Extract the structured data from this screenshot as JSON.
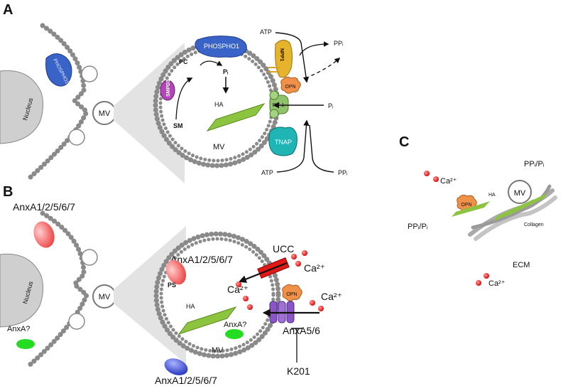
{
  "colors": {
    "bead": "#9a9a9a",
    "bead_stroke": "#5a5a5a",
    "nucleus": "#cfcfcf",
    "phospho1": "#3a63c8",
    "smpd3": "#b445b8",
    "npp1": "#e6b32e",
    "opn": "#f0914a",
    "pit1": "#8fc26a",
    "tnap": "#1fb5b5",
    "ha": "#8cc43f",
    "ucc": "#e01818",
    "annexin_red": "#f05050",
    "annexin_blue": "#3a4fd0",
    "annexin_green": "#22dd22",
    "anxa56": "#8b55c8",
    "calcium": "#ee1111",
    "collagen": "#aaaaaa"
  },
  "icons": [
    "nucleus-shape",
    "vesicle-circle",
    "enzyme-blob",
    "channel-cylinder",
    "crystal-parallelogram",
    "calcium-dot",
    "inhibition-bar"
  ],
  "panels": {
    "a": {
      "letter": "A",
      "nucleus": "Nucleus",
      "phospho1_small": "PHOSPHO1",
      "mv": "MV",
      "phospho1": "PHOSPHO1",
      "pc": "PC",
      "pi": "Pᵢ",
      "smpd3": "SMPD3",
      "sm": "SM",
      "ha": "HA",
      "mv_inner": "MV",
      "atp_top": "ATP",
      "ppi_top": "PPᵢ",
      "npp1": "NPP1",
      "opn": "OPN",
      "pit1": "PiT-1",
      "pi_right": "Pᵢ",
      "tnap": "TNAP",
      "atp_bottom": "ATP",
      "ppi_bottom": "PPᵢ"
    },
    "b": {
      "letter": "B",
      "anx_top": "AnxA1/2/5/6/7",
      "nucleus": "Nucleus",
      "anxa_q": "AnxA?",
      "mv": "MV",
      "ucc": "UCC",
      "anx_inner": "AnxA1/2/5/6/7",
      "ps": "PS",
      "ca_out": "Ca²⁺",
      "ca_in": "Ca²⁺",
      "opn": "OPN",
      "ca_right": "Ca²⁺",
      "ha": "HA",
      "anxa56": "AnxA5/6",
      "anxa_q_inner": "AnxA?",
      "mv_inner": "MV",
      "k201": "K201",
      "anx_bottom": "AnxA1/2/5/6/7"
    },
    "c": {
      "letter": "C",
      "ppi_pi_right": "PPᵢ/Pᵢ",
      "ca_top": "Ca²⁺",
      "opn": "OPN",
      "ha": "HA",
      "mv": "MV",
      "ppi_pi_left": "PPᵢ/Pᵢ",
      "collagen": "Collagen",
      "ecm": "ECM",
      "ca_bottom": "Ca²⁺"
    }
  }
}
